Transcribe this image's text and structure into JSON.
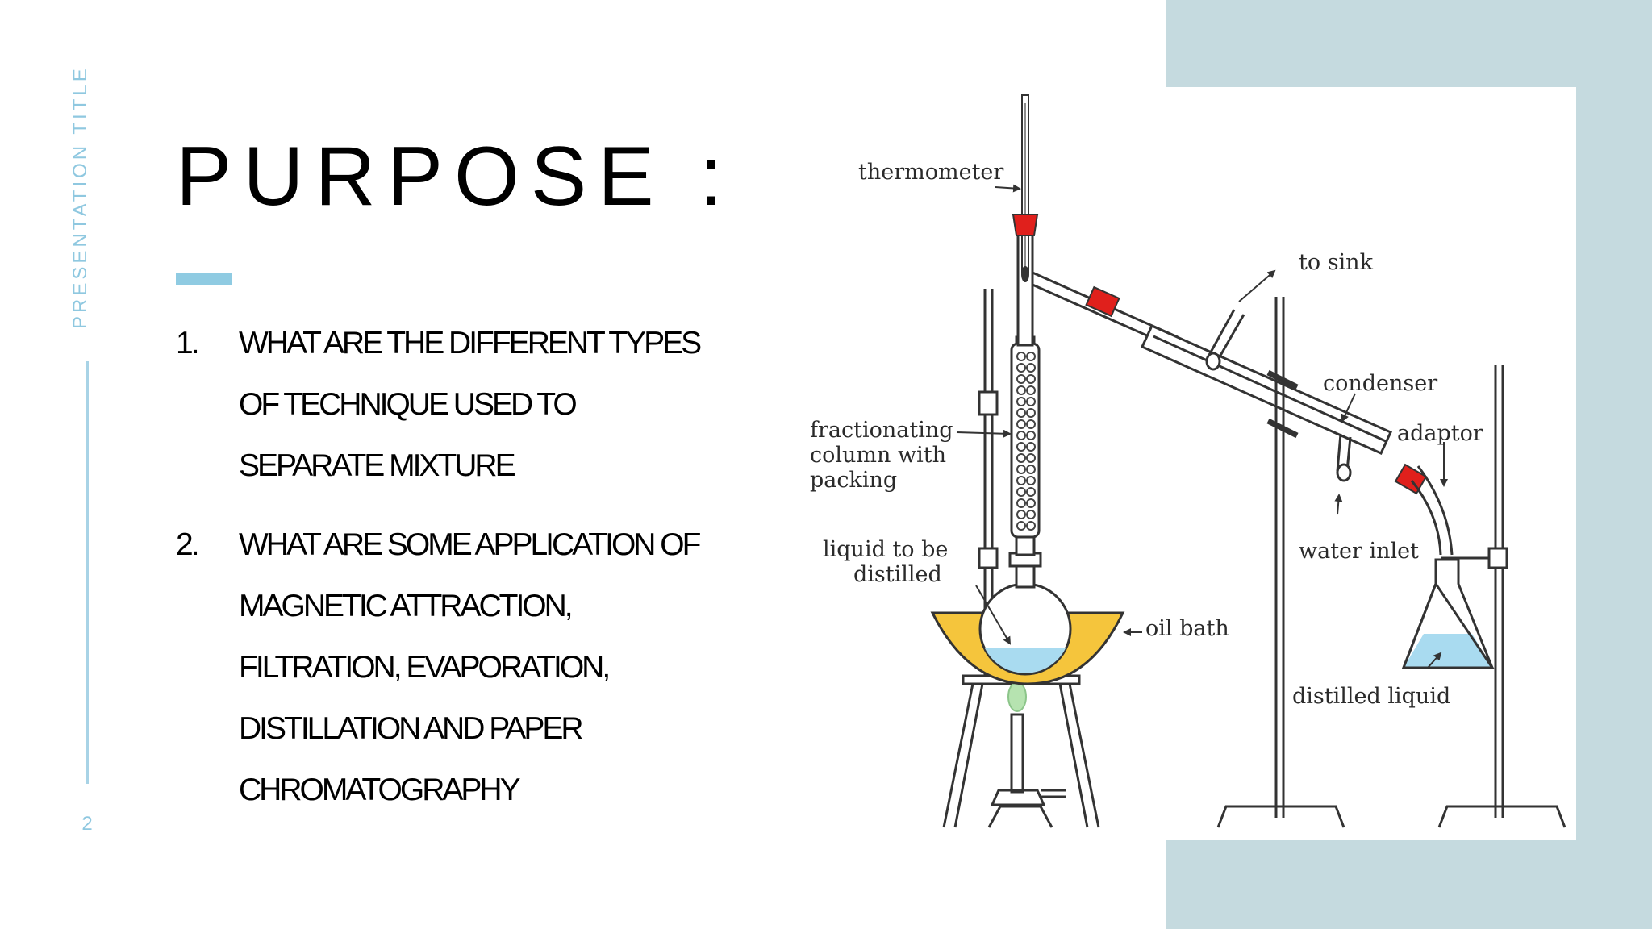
{
  "sidebar": {
    "presentation_title": "PRESENTATION TITLE",
    "page_number": "2"
  },
  "slide": {
    "title": "PURPOSE :",
    "items": [
      {
        "number": "1.",
        "text": "What are the different types of technique used to separate mixture"
      },
      {
        "number": "2.",
        "text": "What are some application of magnetic attraction, filtration, evaporation, distillation and paper chromatography"
      }
    ]
  },
  "diagram": {
    "labels": {
      "thermometer": "thermometer",
      "to_sink": "to sink",
      "condenser": "condenser",
      "adaptor": "adaptor",
      "fractionating_1": "fractionating",
      "fractionating_2": "column with",
      "fractionating_3": "packing",
      "liquid_1": "liquid to be",
      "liquid_2": "distilled",
      "water_inlet": "water inlet",
      "oil_bath": "oil bath",
      "distilled_liquid": "distilled liquid"
    },
    "colors": {
      "stopper": "#e0201c",
      "oil": "#f5c53c",
      "liquid": "#a9dbf0",
      "flame": "#b6e3b0",
      "panel": "#c5dadf",
      "accent": "#8fcbe2"
    }
  }
}
